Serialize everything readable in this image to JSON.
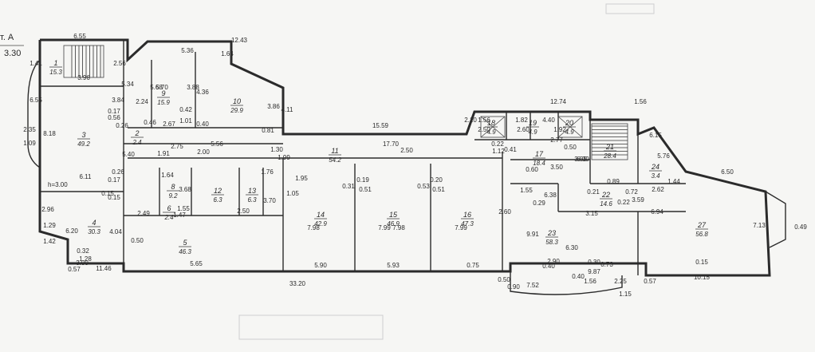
{
  "header": {
    "title": "т. А",
    "height": "3.30"
  },
  "dimensions": {
    "top": [
      "6.55",
      "5.36",
      "12.43",
      "1.64",
      "12.74",
      "1.56",
      "6.15"
    ],
    "stairs_left": [
      "1.41",
      "2.56",
      "5.34",
      "3.96"
    ],
    "left": [
      "6.55",
      "2.35",
      "1.09",
      "8.18",
      "2.96",
      "1.29",
      "1.42"
    ],
    "room_internal": [
      "3.84",
      "0.17",
      "0.56",
      "0.26",
      "2.24",
      "5.68",
      "5.70",
      "3.88",
      "4.36",
      "0.42",
      "2.67",
      "1.01",
      "0.40",
      "3.86",
      "4.11",
      "0.81",
      "0.46",
      "5.40",
      "6.11",
      "0.26",
      "0.17",
      "0.15",
      "0.15",
      "2.49",
      "1.91",
      "2.75",
      "2.00",
      "5.56",
      "1.30",
      "1.99",
      "15.59",
      "2.10",
      "17.70",
      "2.50",
      "1.64",
      "1.76",
      "3.68",
      "3.70",
      "1.47",
      "1.55",
      "2.50",
      "1.05",
      "1.95",
      "0.31",
      "0.19",
      "0.51",
      "0.53",
      "0.20",
      "0.51",
      "7.98",
      "7.99",
      "7.98",
      "7.99",
      "2.60",
      "2.50",
      "2.60",
      "1.92",
      "1.56",
      "1.82",
      "4.40",
      "2.77",
      "0.41",
      "0.22",
      "1.12",
      "0.50",
      "6.09",
      "3.50",
      "0.60",
      "3.55",
      "0.89",
      "1.55",
      "6.38",
      "0.21",
      "0.72",
      "0.29",
      "0.22",
      "3.59",
      "2.62",
      "1.44",
      "5.76",
      "6.50",
      "3.15",
      "6.94",
      "9.91",
      "6.30",
      "7.13",
      "0.49",
      "6.20",
      "4.04",
      "0.50",
      "0.32",
      "1.28",
      "0.57",
      "3.00",
      "11.46",
      "5.65",
      "5.90",
      "5.93",
      "0.75",
      "0.50",
      "0.40",
      "2.90",
      "0.40",
      "0.30",
      "0.73",
      "9.87",
      "0.15",
      "2.25",
      "0.57",
      "0.90",
      "7.52",
      "1.56",
      "1.15"
    ],
    "bottom": [
      "33.20",
      "10.15"
    ]
  },
  "rooms": [
    {
      "num": "1",
      "area": "15.3"
    },
    {
      "num": "2",
      "area": "2.4"
    },
    {
      "num": "3",
      "area": "49.2"
    },
    {
      "num": "4",
      "area": "30.3"
    },
    {
      "num": "5",
      "area": "46.3"
    },
    {
      "num": "6",
      "area": "2.4"
    },
    {
      "num": "8",
      "area": "9.2"
    },
    {
      "num": "9",
      "area": "15.9"
    },
    {
      "num": "10",
      "area": "29.9"
    },
    {
      "num": "11",
      "area": "54.2"
    },
    {
      "num": "12",
      "area": "6.3"
    },
    {
      "num": "13",
      "area": "6.3"
    },
    {
      "num": "14",
      "area": "42.9"
    },
    {
      "num": "15",
      "area": "46.9"
    },
    {
      "num": "16",
      "area": "47.3"
    },
    {
      "num": "17",
      "area": "18.4"
    },
    {
      "num": "18",
      "area": "4.9"
    },
    {
      "num": "19",
      "area": "4.9"
    },
    {
      "num": "20",
      "area": "4.9"
    },
    {
      "num": "21",
      "area": "28.4"
    },
    {
      "num": "22",
      "area": "14.6"
    },
    {
      "num": "23",
      "area": "58.3"
    },
    {
      "num": "24",
      "area": "3.4"
    },
    {
      "num": "27",
      "area": "56.8"
    }
  ],
  "notes": {
    "ceiling": "h=3.00"
  }
}
